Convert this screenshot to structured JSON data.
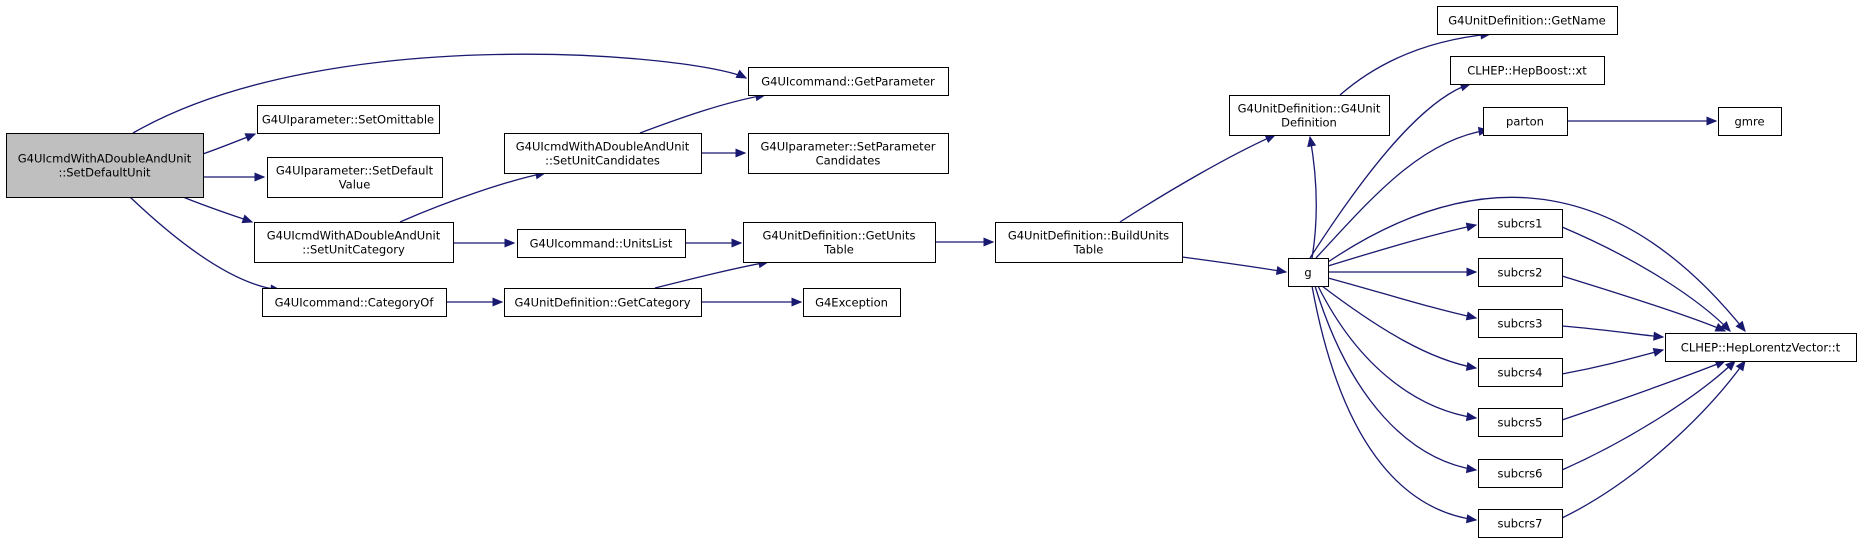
{
  "colors": {
    "edge": "#191970",
    "root_fill": "#bfbfbf",
    "node_fill": "#ffffff",
    "node_border": "#000000"
  },
  "nodes": [
    {
      "id": "root",
      "lines": [
        "G4UIcmdWithADoubleAndUnit",
        "::SetDefaultUnit"
      ],
      "root": true
    },
    {
      "id": "getParameter",
      "lines": [
        "G4UIcommand::GetParameter"
      ]
    },
    {
      "id": "setOmittable",
      "lines": [
        "G4UIparameter::SetOmittable"
      ]
    },
    {
      "id": "setDefaultValue",
      "lines": [
        "G4UIparameter::SetDefault",
        "Value"
      ]
    },
    {
      "id": "setUnitCategory",
      "lines": [
        "G4UIcmdWithADoubleAndUnit",
        "::SetUnitCategory"
      ]
    },
    {
      "id": "categoryOf",
      "lines": [
        "G4UIcommand::CategoryOf"
      ]
    },
    {
      "id": "setUnitCandidates",
      "lines": [
        "G4UIcmdWithADoubleAndUnit",
        "::SetUnitCandidates"
      ]
    },
    {
      "id": "setParameterCandidates",
      "lines": [
        "G4UIparameter::SetParameter",
        "Candidates"
      ]
    },
    {
      "id": "unitsList",
      "lines": [
        "G4UIcommand::UnitsList"
      ]
    },
    {
      "id": "getCategory",
      "lines": [
        "G4UnitDefinition::GetCategory"
      ]
    },
    {
      "id": "getUnitsTable",
      "lines": [
        "G4UnitDefinition::GetUnits",
        "Table"
      ]
    },
    {
      "id": "g4Exception",
      "lines": [
        "G4Exception"
      ]
    },
    {
      "id": "buildUnitsTable",
      "lines": [
        "G4UnitDefinition::BuildUnits",
        "Table"
      ]
    },
    {
      "id": "g4UnitDefinition",
      "lines": [
        "G4UnitDefinition::G4Unit",
        "Definition"
      ]
    },
    {
      "id": "getName",
      "lines": [
        "G4UnitDefinition::GetName"
      ]
    },
    {
      "id": "g",
      "lines": [
        "g"
      ]
    },
    {
      "id": "hepBoostXt",
      "lines": [
        "CLHEP::HepBoost::xt"
      ]
    },
    {
      "id": "parton",
      "lines": [
        "parton"
      ]
    },
    {
      "id": "gmre",
      "lines": [
        "gmre"
      ]
    },
    {
      "id": "subcrs1",
      "lines": [
        "subcrs1"
      ]
    },
    {
      "id": "subcrs2",
      "lines": [
        "subcrs2"
      ]
    },
    {
      "id": "subcrs3",
      "lines": [
        "subcrs3"
      ]
    },
    {
      "id": "subcrs4",
      "lines": [
        "subcrs4"
      ]
    },
    {
      "id": "subcrs5",
      "lines": [
        "subcrs5"
      ]
    },
    {
      "id": "subcrs6",
      "lines": [
        "subcrs6"
      ]
    },
    {
      "id": "subcrs7",
      "lines": [
        "subcrs7"
      ]
    },
    {
      "id": "hepLorentzT",
      "lines": [
        "CLHEP::HepLorentzVector::t"
      ]
    }
  ],
  "edges": [
    [
      "root",
      "getParameter"
    ],
    [
      "root",
      "setOmittable"
    ],
    [
      "root",
      "setDefaultValue"
    ],
    [
      "root",
      "setUnitCategory"
    ],
    [
      "root",
      "categoryOf"
    ],
    [
      "setUnitCategory",
      "setUnitCandidates"
    ],
    [
      "setUnitCategory",
      "unitsList"
    ],
    [
      "setUnitCandidates",
      "getParameter"
    ],
    [
      "setUnitCandidates",
      "setParameterCandidates"
    ],
    [
      "categoryOf",
      "getCategory"
    ],
    [
      "unitsList",
      "getUnitsTable"
    ],
    [
      "getCategory",
      "getUnitsTable"
    ],
    [
      "getCategory",
      "g4Exception"
    ],
    [
      "getUnitsTable",
      "buildUnitsTable"
    ],
    [
      "buildUnitsTable",
      "g4UnitDefinition"
    ],
    [
      "buildUnitsTable",
      "g"
    ],
    [
      "g4UnitDefinition",
      "getName"
    ],
    [
      "g",
      "g4UnitDefinition"
    ],
    [
      "g",
      "hepBoostXt"
    ],
    [
      "g",
      "parton"
    ],
    [
      "parton",
      "gmre"
    ],
    [
      "g",
      "subcrs1"
    ],
    [
      "g",
      "subcrs2"
    ],
    [
      "g",
      "subcrs3"
    ],
    [
      "g",
      "subcrs4"
    ],
    [
      "g",
      "subcrs5"
    ],
    [
      "g",
      "subcrs6"
    ],
    [
      "g",
      "subcrs7"
    ],
    [
      "g",
      "hepLorentzT"
    ],
    [
      "subcrs1",
      "hepLorentzT"
    ],
    [
      "subcrs2",
      "hepLorentzT"
    ],
    [
      "subcrs3",
      "hepLorentzT"
    ],
    [
      "subcrs4",
      "hepLorentzT"
    ],
    [
      "subcrs5",
      "hepLorentzT"
    ],
    [
      "subcrs6",
      "hepLorentzT"
    ],
    [
      "subcrs7",
      "hepLorentzT"
    ]
  ]
}
